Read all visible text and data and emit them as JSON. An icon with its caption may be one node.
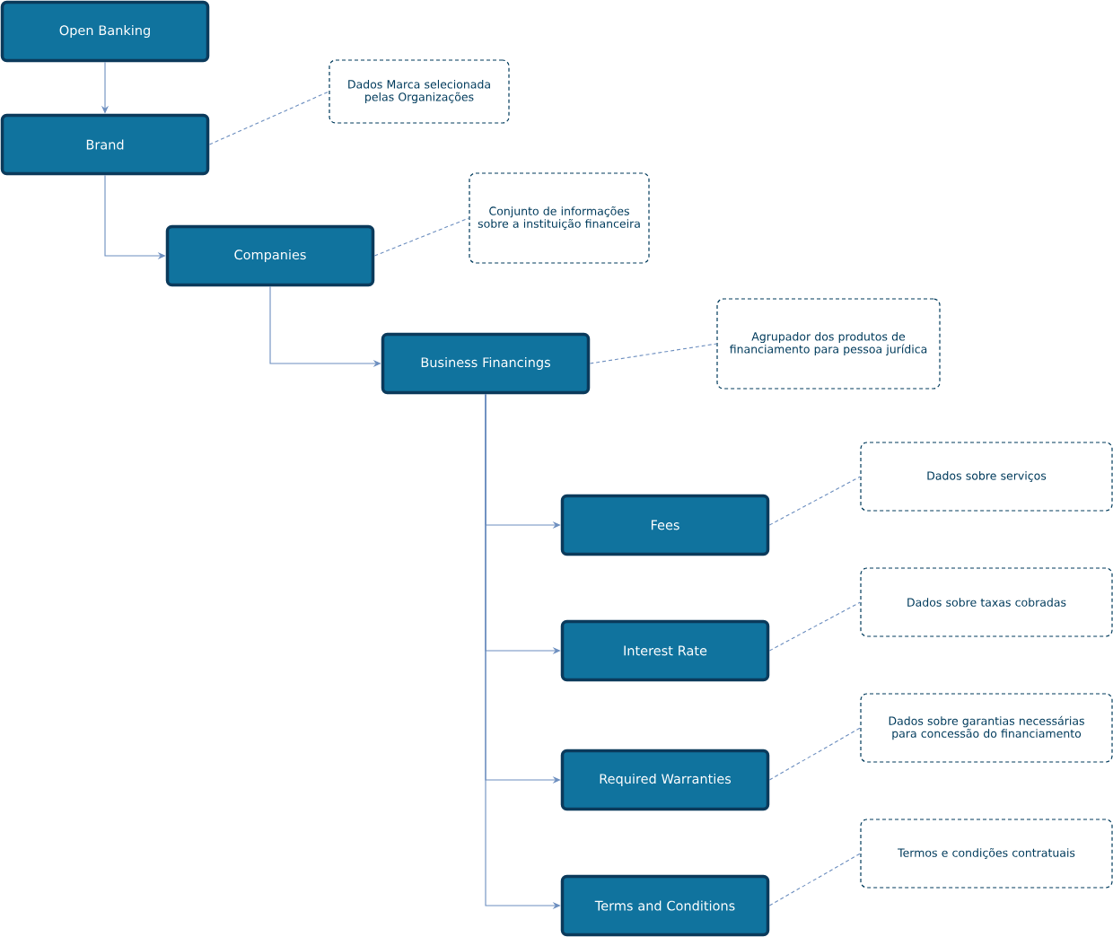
{
  "diagram": {
    "nodes": [
      {
        "text": [
          "Open Banking"
        ]
      },
      {
        "text": [
          "Brand"
        ]
      },
      {
        "text": [
          "Dados Marca selecionada pelas Organizações"
        ]
      },
      {
        "text": [
          "Companies"
        ]
      },
      {
        "text": [
          "Conjunto de informações sobre a instituição financeira"
        ]
      },
      {
        "text": [
          "Business Financings"
        ]
      },
      {
        "text": [
          "Agrupador dos produtos de financiamento para pessoa jurídica"
        ]
      },
      {
        "text": [
          "Fees"
        ]
      },
      {
        "text": [
          "Dados sobre serviços"
        ]
      },
      {
        "text": [
          "Interest Rate"
        ]
      },
      {
        "text": [
          "Dados sobre taxas cobradas"
        ]
      },
      {
        "text": [
          "Required Warranties"
        ]
      },
      {
        "text": [
          "Dados sobre garantias necessárias para concessão do financiamento"
        ]
      },
      {
        "text": [
          "Terms and Conditions"
        ]
      },
      {
        "text": [
          "Termos e condições contratuais"
        ]
      }
    ],
    "edges": [
      {
        "from": 0,
        "to": 1,
        "arrow": "to"
      },
      {
        "from": 1,
        "to": 3,
        "arrow": "to"
      },
      {
        "from": 3,
        "to": 5,
        "arrow": "to"
      },
      {
        "from": 5,
        "to": 7,
        "arrow": "to"
      },
      {
        "from": 5,
        "to": 9,
        "arrow": "to"
      },
      {
        "from": 5,
        "to": 11,
        "arrow": "to"
      },
      {
        "from": 5,
        "to": 13,
        "arrow": "to"
      },
      {
        "from": 1,
        "to": 2,
        "arrow": "none",
        "style": "dashed"
      },
      {
        "from": 3,
        "to": 4,
        "arrow": "none",
        "style": "dashed"
      },
      {
        "from": 5,
        "to": 6,
        "arrow": "none",
        "style": "dashed"
      },
      {
        "from": 7,
        "to": 8,
        "arrow": "none",
        "style": "dashed"
      },
      {
        "from": 9,
        "to": 10,
        "arrow": "none",
        "style": "dashed"
      },
      {
        "from": 11,
        "to": 12,
        "arrow": "none",
        "style": "dashed"
      },
      {
        "from": 13,
        "to": 14,
        "arrow": "none",
        "style": "dashed"
      }
    ]
  }
}
